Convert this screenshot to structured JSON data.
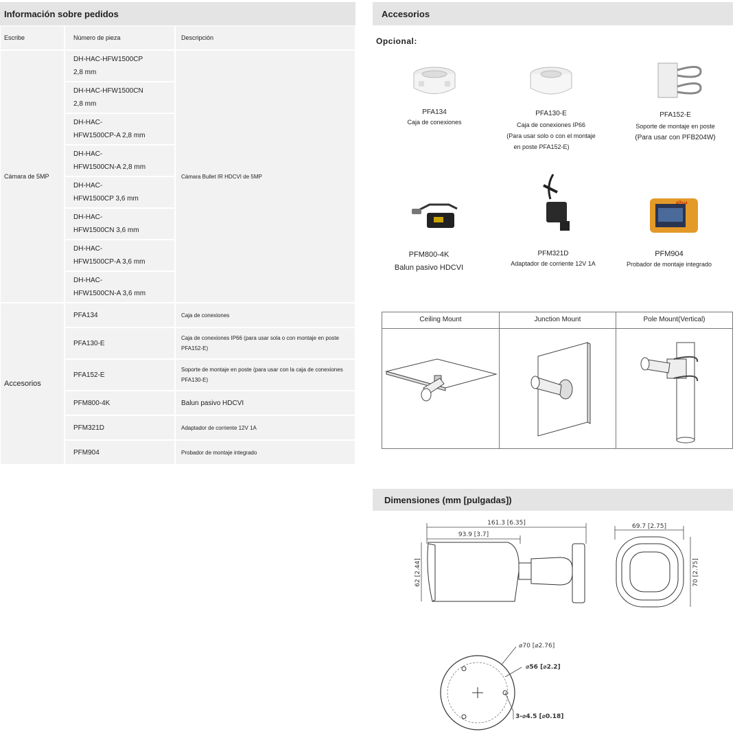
{
  "order": {
    "title": "Información sobre pedidos",
    "headers": [
      "Escribe",
      "Número de pieza",
      "Descripción"
    ],
    "camera_group": "Cámara de 5MP",
    "camera_desc": "Cámara Bullet IR HDCVI de 5MP",
    "camera_parts": [
      [
        "DH-HAC-HFW1500CP",
        "2,8 mm"
      ],
      [
        "DH-HAC-HFW1500CN",
        "2,8 mm"
      ],
      [
        "DH-HAC-",
        "HFW1500CP-A 2,8 mm"
      ],
      [
        "DH-HAC-",
        "HFW1500CN-A 2,8 mm"
      ],
      [
        "DH-HAC-",
        "HFW1500CP 3,6 mm"
      ],
      [
        "DH-HAC-",
        "HFW1500CN 3,6 mm"
      ],
      [
        "DH-HAC-",
        "HFW1500CP-A 3,6 mm"
      ],
      [
        "DH-HAC-",
        "HFW1500CN-A 3,6 mm"
      ]
    ],
    "acc_group": "Accesorios",
    "acc_rows": [
      {
        "part": "PFA134",
        "desc": "Caja de conexiones"
      },
      {
        "part": "PFA130-E",
        "desc": "Caja de conexiones IP66 (para usar sola o con montaje en poste PFA152-E)"
      },
      {
        "part": "PFA152-E",
        "desc": "Soporte de montaje en poste (para usar con la caja de conexiones PFA130-E)"
      },
      {
        "part": "PFM800-4K",
        "desc": "Balun pasivo HDCVI"
      },
      {
        "part": "PFM321D",
        "desc": "Adaptador de corriente 12V 1A"
      },
      {
        "part": "PFM904",
        "desc": "Probador de montaje integrado"
      }
    ]
  },
  "accessories": {
    "title": "Accesorios",
    "optional": "Opcional:",
    "items": [
      {
        "code": "PFA134",
        "lines": [
          "Caja de conexiones"
        ]
      },
      {
        "code": "PFA130-E",
        "lines": [
          "Caja de conexiones IP66",
          "(Para usar solo o con el montaje",
          "en poste PFA152-E)"
        ]
      },
      {
        "code": "PFA152-E",
        "lines": [
          "Soporte de montaje en poste",
          "(Para usar con PFB204W)"
        ]
      },
      {
        "code": "PFM800-4K",
        "lines": [
          "Balun pasivo HDCVI"
        ]
      },
      {
        "code": "PFM321D",
        "lines": [
          "Adaptador de corriente 12V 1A"
        ]
      },
      {
        "code": "PFM904",
        "lines": [
          "Probador de montaje integrado"
        ]
      }
    ],
    "mounts": [
      "Ceiling Mount",
      "Junction Mount",
      "Pole Mount(Vertical)"
    ]
  },
  "dimensions": {
    "title": "Dimensiones (mm [pulgadas])",
    "total_length": "161.3 [6.35]",
    "body_length": "93.9 [3.7]",
    "height": "62 [2.44]",
    "width": "69.7 [2.75]",
    "height2": "70 [2.75]",
    "base_outer": "⌀70 [⌀2.76]",
    "base_inner": "⌀56 [⌀2.2]",
    "holes": "3-⌀4.5 [⌀0.18]"
  },
  "colors": {
    "header_bg": "#e4e4e4",
    "cell_bg": "#f2f2f2"
  }
}
